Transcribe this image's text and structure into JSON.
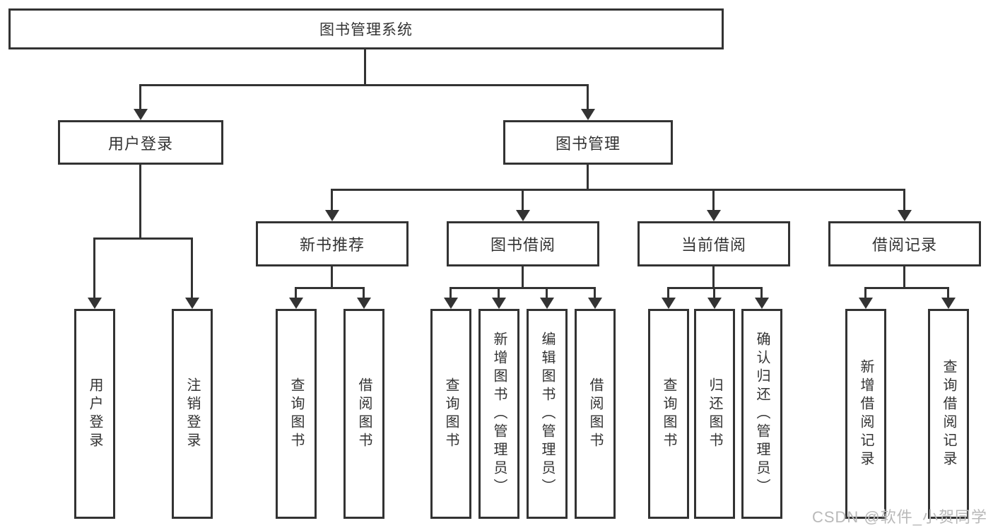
{
  "diagram_title": "图书管理系统",
  "tree": {
    "label": "图书管理系统",
    "children": [
      {
        "label": "用户登录",
        "children": [
          {
            "label": "用户登录"
          },
          {
            "label": "注销登录"
          }
        ]
      },
      {
        "label": "图书管理",
        "children": [
          {
            "label": "新书推荐",
            "children": [
              {
                "label": "查询图书"
              },
              {
                "label": "借阅图书"
              }
            ]
          },
          {
            "label": "图书借阅",
            "children": [
              {
                "label": "查询图书"
              },
              {
                "label": "新增图书（管理员）"
              },
              {
                "label": "编辑图书（管理员）"
              },
              {
                "label": "借阅图书"
              }
            ]
          },
          {
            "label": "当前借阅",
            "children": [
              {
                "label": "查询图书"
              },
              {
                "label": "归还图书"
              },
              {
                "label": "确认归还（管理员）"
              }
            ]
          },
          {
            "label": "借阅记录",
            "children": [
              {
                "label": "新增借阅记录"
              },
              {
                "label": "查询借阅记录"
              }
            ]
          }
        ]
      }
    ]
  },
  "watermark": "CSDN @软件_小贺同学",
  "colors": {
    "line": "#333333",
    "text": "#333333",
    "watermark": "#b9b9b9",
    "background": "#ffffff"
  }
}
